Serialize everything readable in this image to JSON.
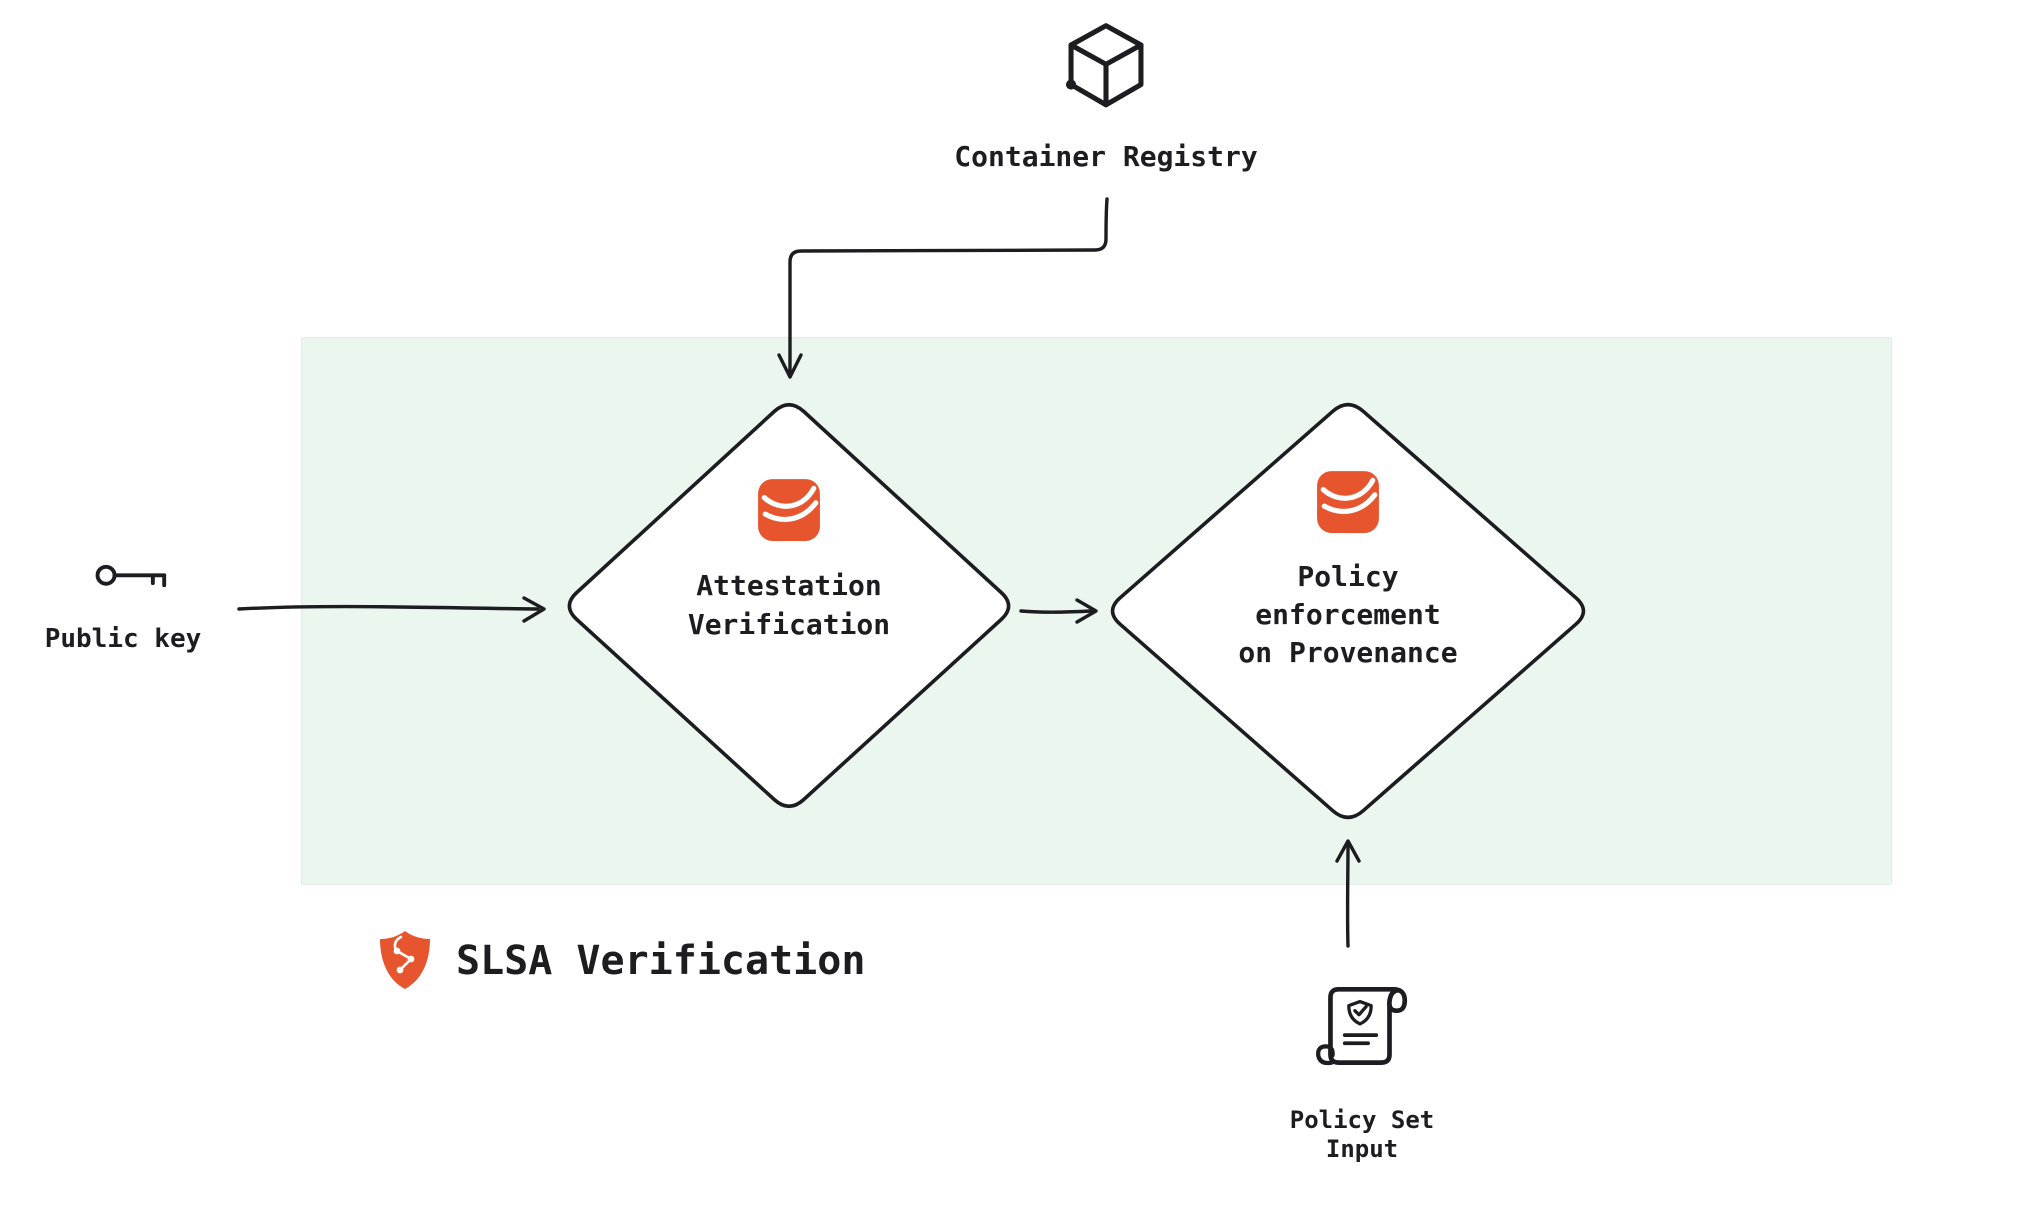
{
  "colors": {
    "ink": "#1c1c21",
    "orange": "#e7552e",
    "box_fill": "#ebf6ee",
    "shape_fill": "#ffffff"
  },
  "labels": {
    "container_registry": "Container Registry",
    "public_key": "Public key",
    "attestation_verification": "Attestation\nVerification",
    "policy_enforcement": "Policy\nenforcement\non Provenance",
    "slsa_verification": "SLSA Verification",
    "policy_set_input": "Policy Set\nInput"
  },
  "icons": {
    "container_registry": "cube-icon",
    "public_key": "key-icon",
    "attestation_verification": "intoto-logo-icon",
    "policy_enforcement": "intoto-logo-icon",
    "slsa_verification": "slsa-shield-icon",
    "policy_set_input": "scroll-icon"
  },
  "flow": {
    "edges": [
      "container_registry -> attestation_verification",
      "public_key -> attestation_verification",
      "attestation_verification -> policy_enforcement",
      "policy_set_input -> policy_enforcement"
    ]
  }
}
